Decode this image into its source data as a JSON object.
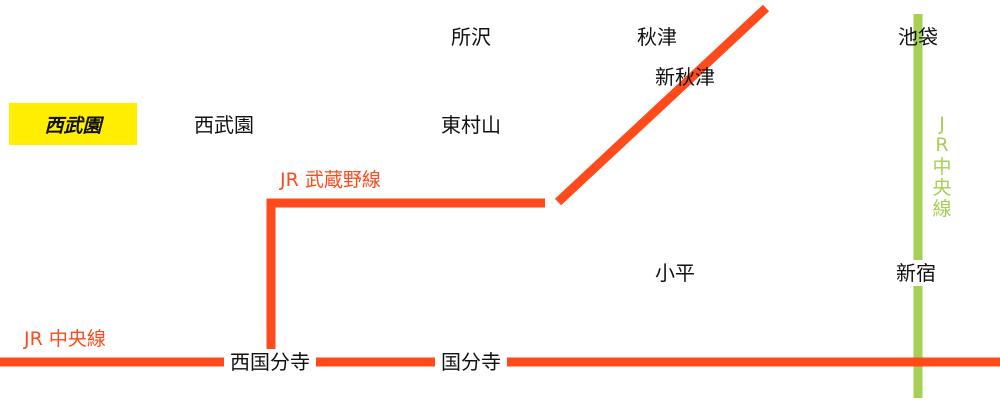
{
  "logo": {
    "text": "西武園"
  },
  "stations": {
    "tokorozawa": "所沢",
    "akitsu": "秋津",
    "ikebukuro": "池袋",
    "shin_akitsu": "新秋津",
    "seibuen": "西武園",
    "higashimurayama": "東村山",
    "kodaira": "小平",
    "shinjuku": "新宿",
    "nishi_kokubunji": "西国分寺",
    "kokubunji": "国分寺"
  },
  "lines": {
    "musashino": {
      "label": "JR 武蔵野線",
      "color": "#ff4a1c"
    },
    "chuo_orange": {
      "label": "JR 中央線",
      "color": "#ff4a1c"
    },
    "chuo_green": {
      "label": "J\nR\n中\n央\n線",
      "color": "#a6cf55"
    }
  },
  "colors": {
    "logo_bg": "#ffee00"
  }
}
